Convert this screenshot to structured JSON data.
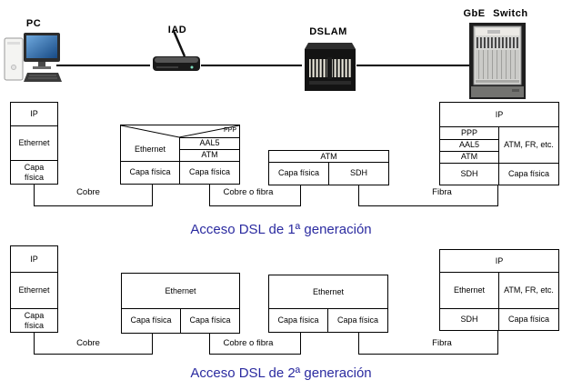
{
  "devices": {
    "pc": {
      "label": "PC"
    },
    "iad": {
      "label": "IAD"
    },
    "dslam": {
      "label": "DSLAM"
    },
    "switch": {
      "label": "GbE Switch"
    }
  },
  "gen1": {
    "caption": "Acceso DSL de 1ª generación",
    "pc_stack": {
      "rows": [
        "IP",
        "Ethernet",
        "Capa física"
      ]
    },
    "iad_stack": {
      "ppp_label": "PPP",
      "ethernet": "Ethernet",
      "left_phy": "Capa física",
      "aal5": "AAL5",
      "atm": "ATM",
      "right_phy": "Capa física"
    },
    "dslam_stack": {
      "atm": "ATM",
      "phy": "Capa física",
      "sdh": "SDH"
    },
    "switch_stack": {
      "ip": "IP",
      "ppp": "PPP",
      "aal5": "AAL5",
      "atm": "ATM",
      "sdh": "SDH",
      "atm_fr": "ATM, FR, etc.",
      "phy": "Capa física"
    },
    "links": {
      "copper": "Cobre",
      "copper_fiber": "Cobre o fibra",
      "fiber": "Fibra"
    }
  },
  "gen2": {
    "caption": "Acceso DSL de 2ª generación",
    "pc_stack": {
      "rows": [
        "IP",
        "Ethernet",
        "Capa física"
      ]
    },
    "iad_stack": {
      "ethernet": "Ethernet",
      "phy_left": "Capa física",
      "phy_right": "Capa física"
    },
    "dslam_stack": {
      "ethernet": "Ethernet",
      "phy_left": "Capa física",
      "phy_right": "Capa física"
    },
    "switch_stack": {
      "ip": "IP",
      "ethernet": "Ethernet",
      "atm_fr": "ATM, FR, etc.",
      "sdh": "SDH",
      "phy": "Capa física"
    },
    "links": {
      "copper": "Cobre",
      "copper_fiber": "Cobre o fibra",
      "fiber": "Fibra"
    }
  },
  "colors": {
    "caption_blue": "#2b2ba0",
    "line_black": "#000000",
    "screen_blue": "#2e6db4"
  }
}
